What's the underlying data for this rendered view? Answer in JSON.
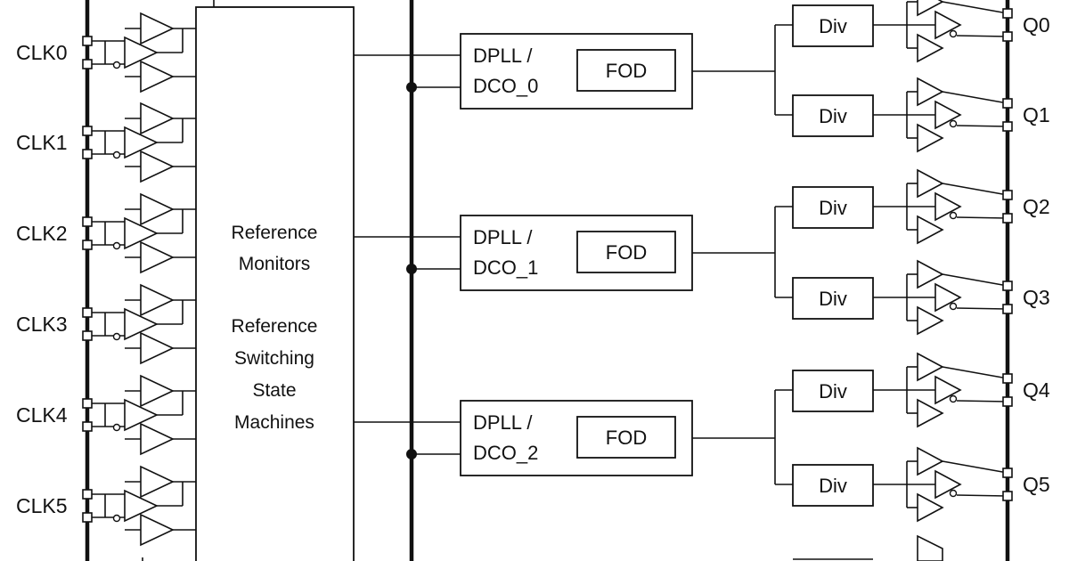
{
  "inputs": [
    {
      "label": "CLK0"
    },
    {
      "label": "CLK1"
    },
    {
      "label": "CLK2"
    },
    {
      "label": "CLK3"
    },
    {
      "label": "CLK4"
    },
    {
      "label": "CLK5"
    }
  ],
  "monitor_block": {
    "line1": "Reference",
    "line2": "Monitors",
    "line3": "Reference",
    "line4": "Switching",
    "line5": "State",
    "line6": "Machines"
  },
  "dplls": [
    {
      "line1": "DPLL /",
      "line2": "DCO_0",
      "fod": "FOD"
    },
    {
      "line1": "DPLL /",
      "line2": "DCO_1",
      "fod": "FOD"
    },
    {
      "line1": "DPLL /",
      "line2": "DCO_2",
      "fod": "FOD"
    }
  ],
  "dividers": [
    {
      "label": "Div"
    },
    {
      "label": "Div"
    },
    {
      "label": "Div"
    },
    {
      "label": "Div"
    },
    {
      "label": "Div"
    },
    {
      "label": "Div"
    }
  ],
  "outputs": [
    {
      "label": "Q0"
    },
    {
      "label": "Q1"
    },
    {
      "label": "Q2"
    },
    {
      "label": "Q3"
    },
    {
      "label": "Q4"
    },
    {
      "label": "Q5"
    }
  ]
}
